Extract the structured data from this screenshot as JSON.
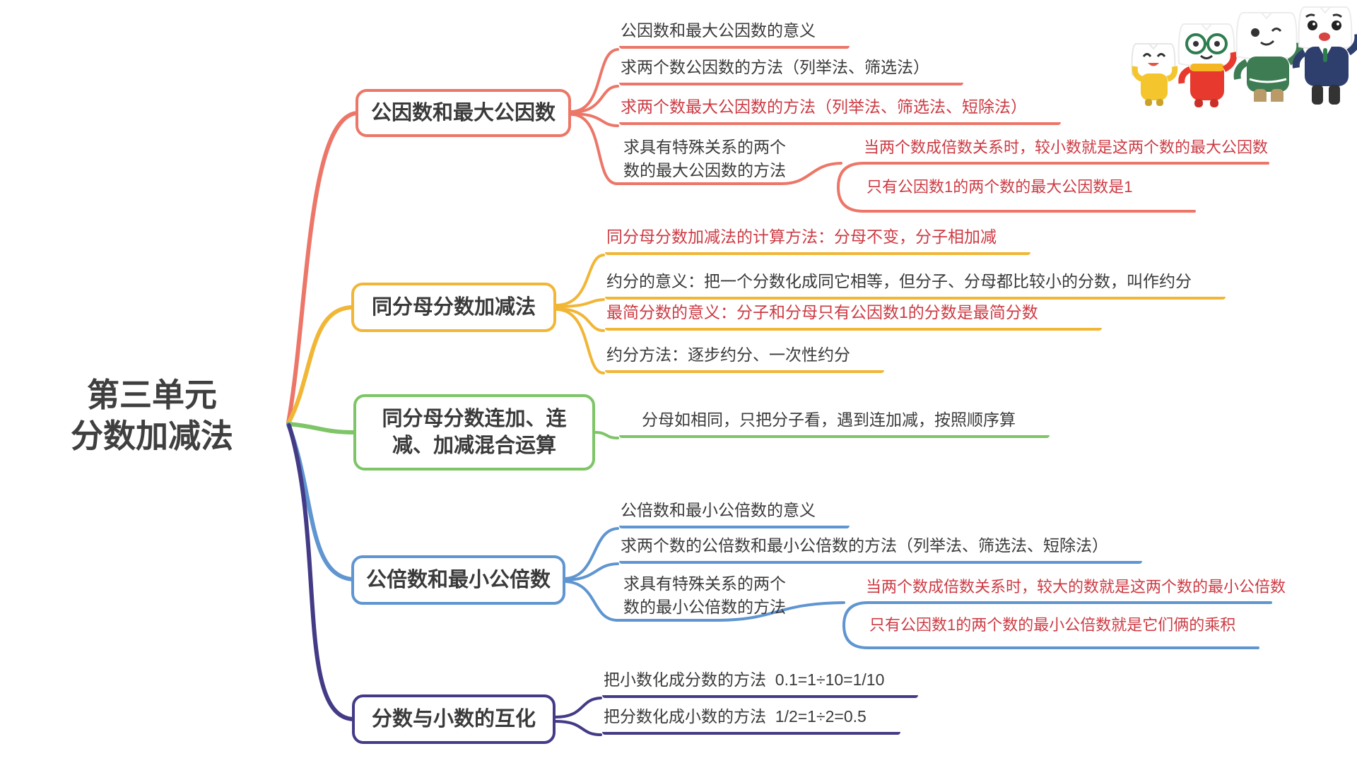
{
  "page": {
    "background": "#ffffff"
  },
  "root": {
    "line1": "第三单元",
    "line2": "分数加减法"
  },
  "colors": {
    "branch_1": "#ec7668",
    "branch_2": "#f1b636",
    "branch_3": "#7dc566",
    "branch_4": "#5f95d0",
    "branch_5": "#433b86",
    "emphasis_text": "#cd3a43",
    "body_text": "#3a3a3a"
  },
  "branches": [
    {
      "label": "公因数和最大公因数",
      "color": "#ec7668",
      "children": [
        {
          "text": "公因数和最大公因数的意义"
        },
        {
          "text": "求两个数公因数的方法（列举法、筛选法）"
        },
        {
          "text": "求两个数最大公因数的方法（列举法、筛选法、短除法）"
        },
        {
          "text": "求具有特殊关系的两个数的最大公因数的方法",
          "line1": "求具有特殊关系的两个",
          "line2": "数的最大公因数的方法",
          "children": [
            {
              "text": "当两个数成倍数关系时，较小数就是这两个数的最大公因数"
            },
            {
              "text": "只有公因数1的两个数的最大公因数是1"
            }
          ]
        }
      ]
    },
    {
      "label": "同分母分数加减法",
      "color": "#f1b636",
      "children": [
        {
          "text": "同分母分数加减法的计算方法：分母不变，分子相加减"
        },
        {
          "text": "约分的意义：把一个分数化成同它相等，但分子、分母都比较小的分数，叫作约分"
        },
        {
          "text": "最简分数的意义：分子和分母只有公因数1的分数是最简分数"
        },
        {
          "text": "约分方法：逐步约分、一次性约分"
        }
      ]
    },
    {
      "label": "同分母分数连加、连减、加减混合运算",
      "line1": "同分母分数连加、连",
      "line2": "减、加减混合运算",
      "color": "#7dc566",
      "children": [
        {
          "text": "分母如相同，只把分子看，遇到连加减，按照顺序算"
        }
      ]
    },
    {
      "label": "公倍数和最小公倍数",
      "color": "#5f95d0",
      "children": [
        {
          "text": "公倍数和最小公倍数的意义"
        },
        {
          "text": "求两个数的公倍数和最小公倍数的方法（列举法、筛选法、短除法）"
        },
        {
          "text": "求具有特殊关系的两个数的最小公倍数的方法",
          "line1": "求具有特殊关系的两个",
          "line2": "数的最小公倍数的方法",
          "children": [
            {
              "text": "当两个数成倍数关系时，较大的数就是这两个数的最小公倍数"
            },
            {
              "text": "只有公因数1的两个数的最小公倍数就是它们俩的乘积"
            }
          ]
        }
      ]
    },
    {
      "label": "分数与小数的互化",
      "color": "#433b86",
      "children": [
        {
          "text": "把小数化成分数的方法  0.1=1÷10=1/10"
        },
        {
          "text": "把分数化成小数的方法  1/2=1÷2=0.5"
        }
      ]
    }
  ],
  "illustration": {
    "name": "book-mascots",
    "figures": [
      "yellow-book-kid",
      "red-glasses-book-kid",
      "green-jacket-book-kid",
      "navy-blazer-book-kid"
    ]
  }
}
